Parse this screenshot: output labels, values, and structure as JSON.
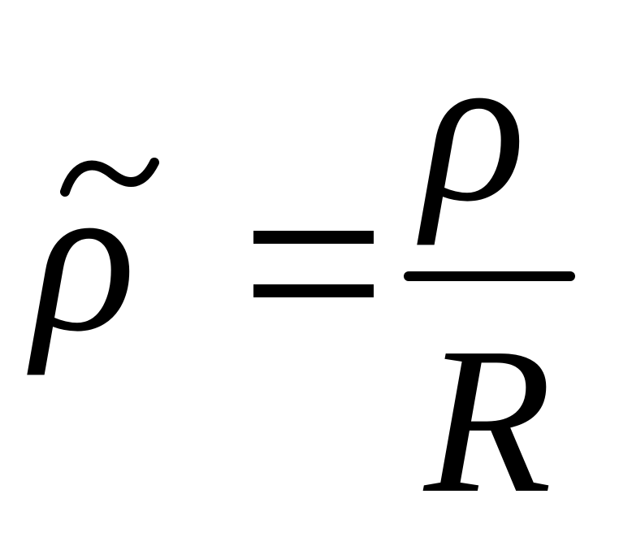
{
  "formula": {
    "lhs_symbol": "ρ",
    "lhs_accent": "tilde",
    "relation": "=",
    "numerator": "ρ",
    "denominator": "R"
  },
  "colors": {
    "ink": "#000000",
    "background": "#ffffff"
  }
}
